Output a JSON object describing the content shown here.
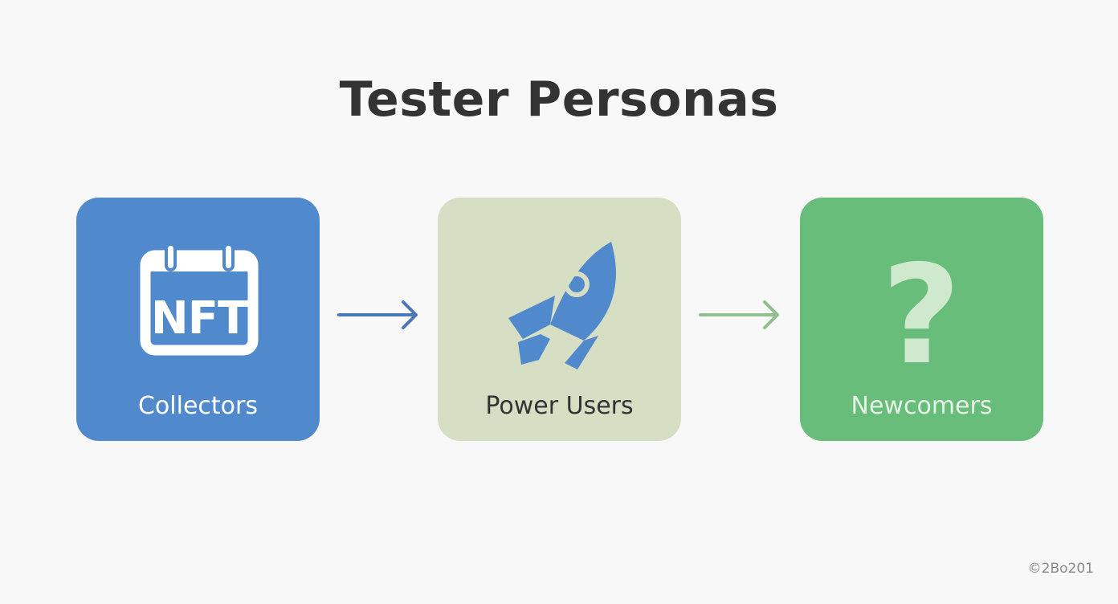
{
  "title": "Tester Personas",
  "colors": {
    "background": "#f8f8f8",
    "title_text": "#333333",
    "collectors_card": "#5189cd",
    "power_users_card": "#d6dec3",
    "newcomers_card": "#67bd79",
    "arrow_1": "#4a79b7",
    "arrow_2": "#8fbf8c"
  },
  "personas": [
    {
      "label": "Collectors",
      "icon": "nft-calendar-icon",
      "icon_text": "NFT",
      "label_color": "#ffffff"
    },
    {
      "label": "Power Users",
      "icon": "rocket-icon",
      "label_color": "#333333"
    },
    {
      "label": "Newcomers",
      "icon": "question-mark-icon",
      "icon_text": "?",
      "label_color": "#e6f3e6"
    }
  ],
  "arrows": [
    {
      "icon": "arrow-right-icon",
      "from": "Collectors",
      "to": "Power Users"
    },
    {
      "icon": "arrow-right-icon",
      "from": "Power Users",
      "to": "Newcomers"
    }
  ],
  "copyright": "©2Bo201"
}
